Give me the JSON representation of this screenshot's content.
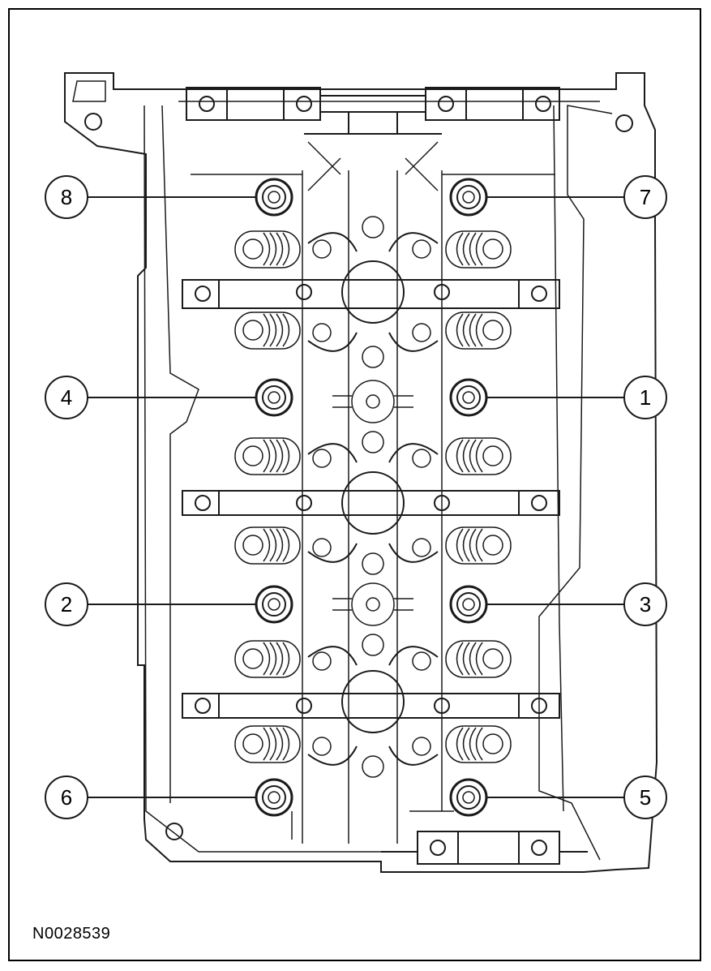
{
  "figure": {
    "code": "N0028539"
  },
  "callouts": [
    {
      "label": "8",
      "side": "left",
      "row": "top"
    },
    {
      "label": "7",
      "side": "right",
      "row": "top"
    },
    {
      "label": "4",
      "side": "left",
      "row": "upper-mid"
    },
    {
      "label": "1",
      "side": "right",
      "row": "upper-mid"
    },
    {
      "label": "2",
      "side": "left",
      "row": "lower-mid"
    },
    {
      "label": "3",
      "side": "right",
      "row": "lower-mid"
    },
    {
      "label": "6",
      "side": "left",
      "row": "bottom"
    },
    {
      "label": "5",
      "side": "right",
      "row": "bottom"
    }
  ],
  "colors": {
    "line": "#1a1a1a",
    "background": "#ffffff"
  }
}
